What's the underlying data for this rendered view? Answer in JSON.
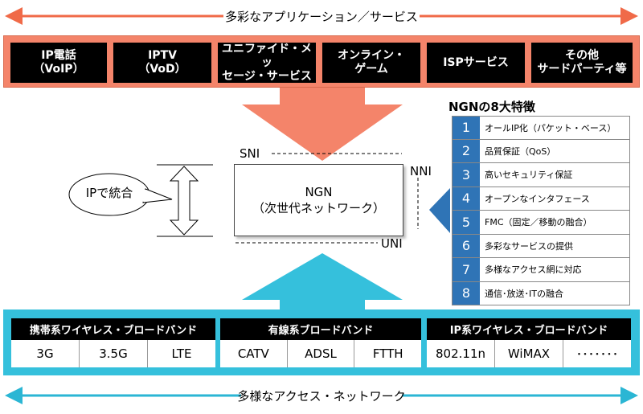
{
  "top_banner": "多彩なアプリケーション／サービス",
  "services": [
    "IP電話\n（VoIP）",
    "IPTV\n（VoD）",
    "ユニファイド・メッ\nセージ・サービス",
    "オンライン・\nゲーム",
    "ISPサービス",
    "その他\nサードパーティ等"
  ],
  "ngn": {
    "line1": "NGN",
    "line2": "（次世代ネットワーク）"
  },
  "interfaces": {
    "sni": "SNI",
    "nni": "NNI",
    "uni": "UNI"
  },
  "ip_bubble": "IPで統合",
  "features_title": "NGNの8大特徴",
  "features": [
    {
      "num": "1",
      "text": "オールIP化（パケット・ベース）"
    },
    {
      "num": "2",
      "text": "品質保証（QoS）"
    },
    {
      "num": "3",
      "text": "高いセキュリティ保証"
    },
    {
      "num": "4",
      "text": "オープンなインタフェース"
    },
    {
      "num": "5",
      "text": "FMC（固定／移動の融合）"
    },
    {
      "num": "6",
      "text": "多彩なサービスの提供"
    },
    {
      "num": "7",
      "text": "多様なアクセス網に対応"
    },
    {
      "num": "8",
      "text": "通信･放送･ITの融合"
    }
  ],
  "access_groups": [
    {
      "title": "携帯系ワイヤレス・ブロードバンド",
      "items": [
        "3G",
        "3.5G",
        "LTE"
      ]
    },
    {
      "title": "有線系ブロードバンド",
      "items": [
        "CATV",
        "ADSL",
        "FTTH"
      ]
    },
    {
      "title": "IP系ワイヤレス・ブロードバンド",
      "items": [
        "802.11n",
        "WiMAX",
        "･･･････"
      ]
    }
  ],
  "bottom_banner": "多様なアクセス・ネットワーク",
  "colors": {
    "top_band": "#f4846a",
    "bottom_band": "#35c0dc",
    "feature_num": "#2f74b6"
  }
}
